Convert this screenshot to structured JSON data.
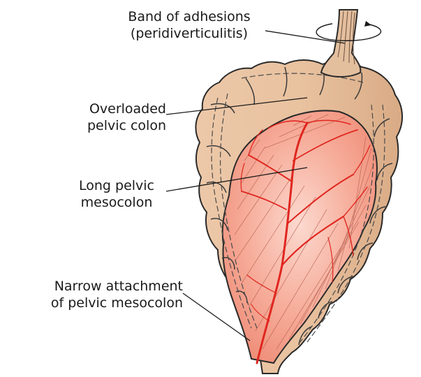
{
  "labels": {
    "band_of_adhesions": {
      "line1": "Band of adhesions",
      "line2": "(peridiverticulitis)"
    },
    "overloaded_pelvic_colon": {
      "line1": "Overloaded",
      "line2": "pelvic colon"
    },
    "long_pelvic_mesocolon": {
      "line1": "Long pelvic",
      "line2": "mesocolon"
    },
    "narrow_attachment": {
      "line1": "Narrow attachment",
      "line2": "of pelvic mesocolon"
    }
  },
  "colors": {
    "colon_fill": "#e8c3a3",
    "colon_shade": "#d9a985",
    "mesocolon_fill": "#f7b7a8",
    "mesocolon_light": "#fbd6cc",
    "vessel": "#e0261f",
    "outline": "#2a2a2a",
    "text": "#1a1a1a"
  }
}
